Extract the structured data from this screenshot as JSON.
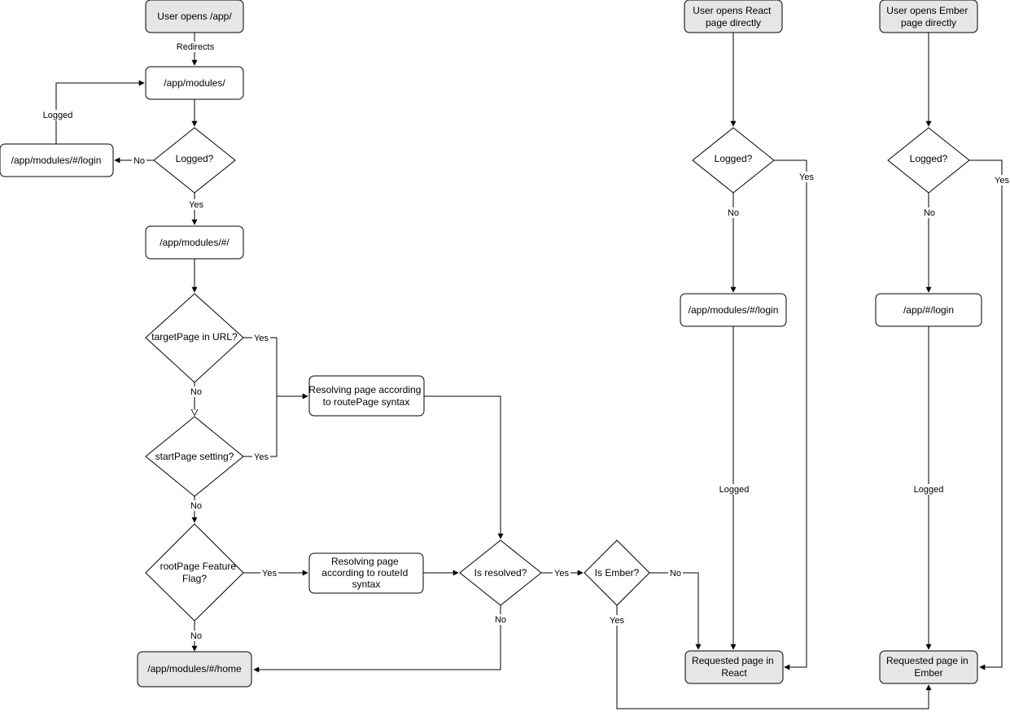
{
  "colors": {
    "terminal_fill": "#E6E6E6",
    "process_fill": "#FFFFFF",
    "stroke": "#000000"
  },
  "nodes": {
    "open_app": "User opens /app/",
    "modules": "/app/modules/",
    "logged_main": "Logged?",
    "login_main": "/app/modules/#/login",
    "modules_hash": "/app/modules/#/",
    "target_page": "targetPage in URL?",
    "start_page": "startPage setting?",
    "root_page": "rootPage Feature Flag?",
    "resolve_route_page": "Resolving page according to routePage syntax",
    "resolve_route_id": "Resolving page according to routeId syntax",
    "is_resolved": "Is resolved?",
    "is_ember": "Is Ember?",
    "home": "/app/modules/#/home",
    "open_react": "User opens React page directly",
    "logged_react": "Logged?",
    "login_react": "/app/modules/#/login",
    "requested_react": "Requested page in React",
    "open_ember": "User opens Ember page directly",
    "logged_ember": "Logged?",
    "login_ember": "/app/#/login",
    "requested_ember": "Requested page in Ember"
  },
  "edge_labels": {
    "redirects": "Redirects",
    "logged_loop": "Logged",
    "no": "No",
    "yes": "Yes",
    "logged": "Logged"
  }
}
